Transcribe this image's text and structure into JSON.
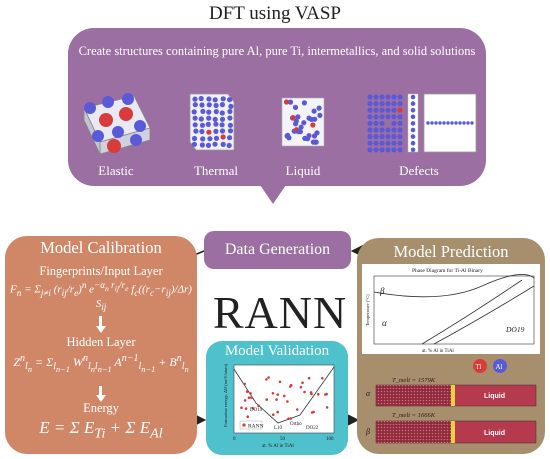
{
  "title": "DFT using VASP",
  "dft": {
    "description": "Create structures containing pure Al, pure Ti, intermetallics, and solid solutions",
    "captions": [
      "Elastic",
      "Thermal",
      "Liquid",
      "Defects"
    ]
  },
  "generation": {
    "label": "Data Generation"
  },
  "calibration": {
    "title": "Model Calibration",
    "fingerprints_label": "Fingerprints/Input Layer",
    "hidden_label": "Hidden Layer",
    "energy_label": "Energy"
  },
  "center": {
    "label": "RANN"
  },
  "validation": {
    "title": "Model Validation",
    "ylabel": "Formation energy, ΔH (meV/atom)",
    "xlabel": "at. % Al in TiAl",
    "legend": "RANN",
    "annotations": [
      "DO19",
      "L10",
      "Ortho",
      "DO22"
    ],
    "xticks": [
      "0",
      "50",
      "100"
    ]
  },
  "prediction": {
    "title": "Model Prediction",
    "phase_title": "Phase Diagram for Ti-Al Binary",
    "phase_labels": [
      "β",
      "α",
      "DO19"
    ],
    "phase_xlabel": "at. % Al in TiAl",
    "phase_ylabel": "Temperature (°C)",
    "badges": [
      "Ti",
      "Al"
    ],
    "melt_alpha": "T_melt = 1579K",
    "melt_beta": "T_melt = 1666K",
    "liquid_label": "Liquid",
    "phase_alpha": "α",
    "phase_beta": "β"
  },
  "colors": {
    "purple": "#9b6fa1",
    "orange": "#cf8767",
    "teal": "#4fc1cc",
    "brown": "#a78f6d",
    "atom_blue": "#5a5ad8",
    "atom_red": "#d93a3a"
  }
}
